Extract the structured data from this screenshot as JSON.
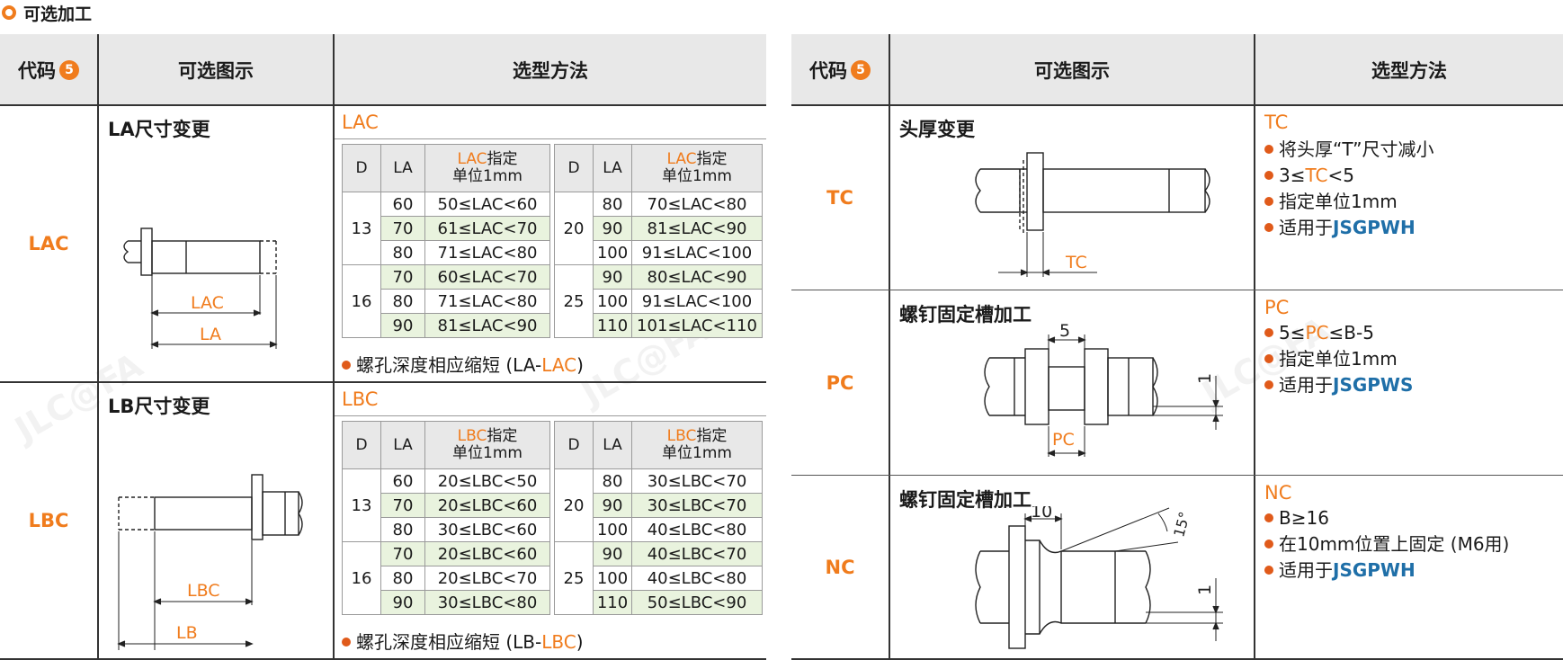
{
  "section_title": "可选加工",
  "headers": {
    "code": "代码",
    "code_badge": "5",
    "diagram": "可选图示",
    "method": "选型方法"
  },
  "left": {
    "rows": [
      {
        "code": "LAC",
        "title": "LA尺寸变更",
        "method_label": "LAC",
        "dim_labels": [
          "LAC",
          "LA"
        ],
        "table_head": {
          "d": "D",
          "la": "LA",
          "spec_code": "LAC",
          "spec_suffix": "指定",
          "spec_unit": "单位1mm"
        },
        "groups": [
          {
            "d": "13",
            "rows": [
              [
                "60",
                "50≤LAC<60"
              ],
              [
                "70",
                "61≤LAC<70"
              ],
              [
                "80",
                "71≤LAC<80"
              ]
            ]
          },
          {
            "d": "16",
            "rows": [
              [
                "70",
                "60≤LAC<70"
              ],
              [
                "80",
                "71≤LAC<80"
              ],
              [
                "90",
                "81≤LAC<90"
              ]
            ]
          }
        ],
        "groups_right": [
          {
            "d": "20",
            "rows": [
              [
                "80",
                "70≤LAC<80"
              ],
              [
                "90",
                "81≤LAC<90"
              ],
              [
                "100",
                "91≤LAC<100"
              ]
            ]
          },
          {
            "d": "25",
            "rows": [
              [
                "90",
                "80≤LAC<90"
              ],
              [
                "100",
                "91≤LAC<100"
              ],
              [
                "110",
                "101≤LAC<110"
              ]
            ]
          }
        ],
        "note_prefix": "螺孔深度相应缩短 (LA-",
        "note_code": "LAC",
        "note_suffix": ")"
      },
      {
        "code": "LBC",
        "title": "LB尺寸变更",
        "method_label": "LBC",
        "dim_labels": [
          "LBC",
          "LB"
        ],
        "table_head": {
          "d": "D",
          "la": "LA",
          "spec_code": "LBC",
          "spec_suffix": "指定",
          "spec_unit": "单位1mm"
        },
        "groups": [
          {
            "d": "13",
            "rows": [
              [
                "60",
                "20≤LBC<50"
              ],
              [
                "70",
                "20≤LBC<60"
              ],
              [
                "80",
                "30≤LBC<60"
              ]
            ]
          },
          {
            "d": "16",
            "rows": [
              [
                "70",
                "20≤LBC<60"
              ],
              [
                "80",
                "20≤LBC<70"
              ],
              [
                "90",
                "30≤LBC<80"
              ]
            ]
          }
        ],
        "groups_right": [
          {
            "d": "20",
            "rows": [
              [
                "80",
                "30≤LBC<70"
              ],
              [
                "90",
                "30≤LBC<70"
              ],
              [
                "100",
                "40≤LBC<80"
              ]
            ]
          },
          {
            "d": "25",
            "rows": [
              [
                "90",
                "40≤LBC<70"
              ],
              [
                "100",
                "40≤LBC<80"
              ],
              [
                "110",
                "50≤LBC<90"
              ]
            ]
          }
        ],
        "note_prefix": "螺孔深度相应缩短 (LB-",
        "note_code": "LBC",
        "note_suffix": ")"
      }
    ]
  },
  "right": {
    "rows": [
      {
        "code": "TC",
        "title": "头厚变更",
        "dim_labels": [
          "TC"
        ],
        "method_label": "TC",
        "bullets": [
          {
            "text": "将头厚“T”尺寸减小"
          },
          {
            "pre": "3≤",
            "code": "TC",
            "post": "<5"
          },
          {
            "text": "指定单位1mm"
          },
          {
            "pre": "适用于",
            "blue": "JSGPWH"
          }
        ]
      },
      {
        "code": "PC",
        "title": "螺钉固定槽加工",
        "dim_labels": [
          "5",
          "1",
          "PC"
        ],
        "method_label": "PC",
        "bullets": [
          {
            "pre": "5≤",
            "code": "PC",
            "post": "≤B-5"
          },
          {
            "text": "指定单位1mm"
          },
          {
            "pre": "适用于",
            "blue": "JSGPWS"
          }
        ]
      },
      {
        "code": "NC",
        "title": "螺钉固定槽加工",
        "dim_labels": [
          "10",
          "15°",
          "1"
        ],
        "method_label": "NC",
        "bullets": [
          {
            "text": "B≥16"
          },
          {
            "text": "在10mm位置上固定 (M6用)"
          },
          {
            "pre": "适用于",
            "blue": "JSGPWH"
          }
        ]
      }
    ]
  },
  "watermark": "JLC@FA",
  "colors": {
    "accent": "#f07c1d",
    "header_bg": "#e8e8e8",
    "highlight": "#e9f3de",
    "link_blue": "#1f6fa8"
  }
}
